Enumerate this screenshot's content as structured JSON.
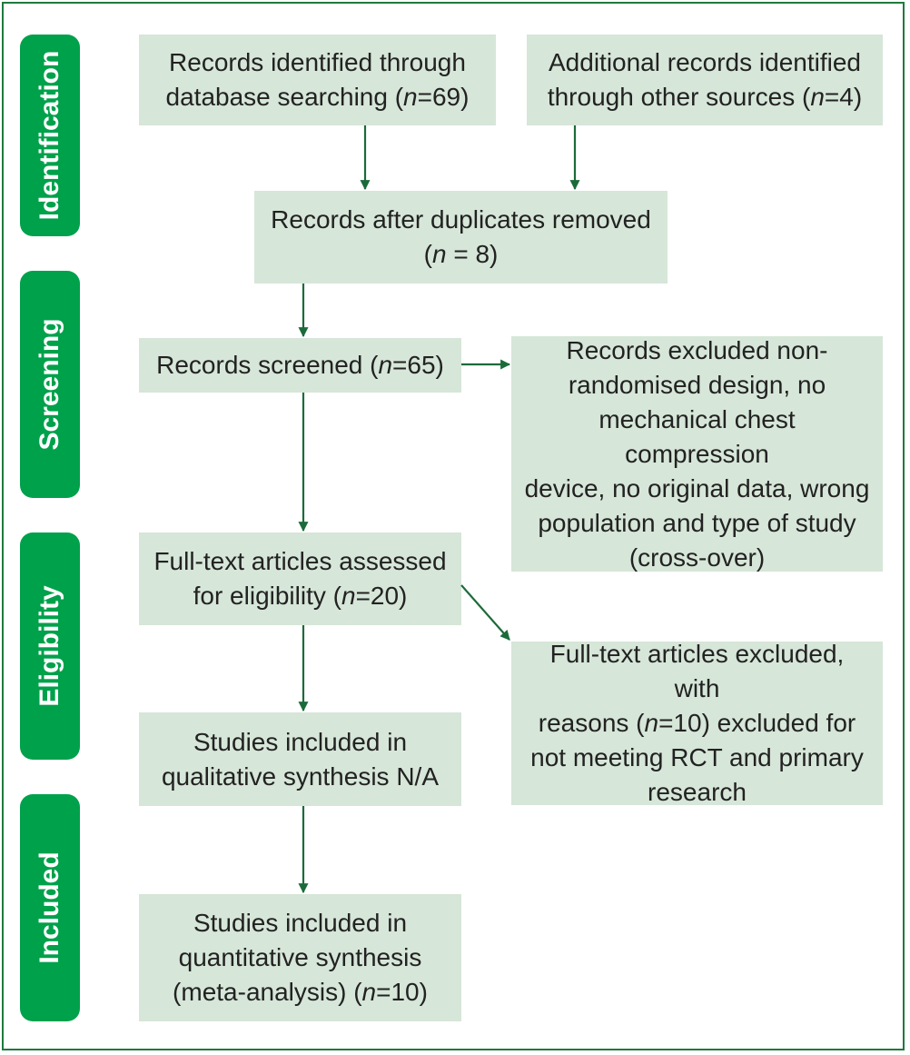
{
  "stages": {
    "identification": "Identification",
    "screening": "Screening",
    "eligibility": "Eligibility",
    "included": "Included"
  },
  "boxes": {
    "database": {
      "l1": "Records identified through",
      "l2a": "database searching (",
      "n": "n",
      "l2b": "=69)"
    },
    "other": {
      "l1": "Additional records identified",
      "l2a": "through other sources (",
      "n": "n",
      "l2b": "=4)"
    },
    "duplicates": {
      "l1": "Records after duplicates removed",
      "l2a": "(",
      "n": "n",
      "l2b": " = 8)"
    },
    "screened": {
      "l1a": "Records screened (",
      "n": "n",
      "l1b": "=65)"
    },
    "excluded_records": {
      "l1": "Records excluded non-",
      "l2": "randomised design, no",
      "l3": "mechanical chest compression",
      "l4": "device, no original data, wrong",
      "l5": "population and type of study",
      "l6": "(cross-over)"
    },
    "fulltext": {
      "l1": "Full-text articles assessed",
      "l2a": "for eligibility (",
      "n": "n",
      "l2b": "=20)"
    },
    "excluded_fulltext": {
      "l1": "Full-text articles excluded, with",
      "l2a": "reasons (",
      "n": "n",
      "l2b": "=10) excluded for",
      "l3": "not meeting RCT and primary",
      "l4": "research"
    },
    "qualitative": {
      "l1": "Studies included in",
      "l2": "qualitative synthesis N/A"
    },
    "quantitative": {
      "l1": "Studies included in",
      "l2": "quantitative synthesis",
      "l3a": "(meta-analysis) (",
      "n": "n",
      "l3b": "=10)"
    }
  },
  "colors": {
    "stage": "#00a14b",
    "box": "#d6e6d8",
    "arrow": "#1b6b3a",
    "border": "#1f7a3e"
  }
}
